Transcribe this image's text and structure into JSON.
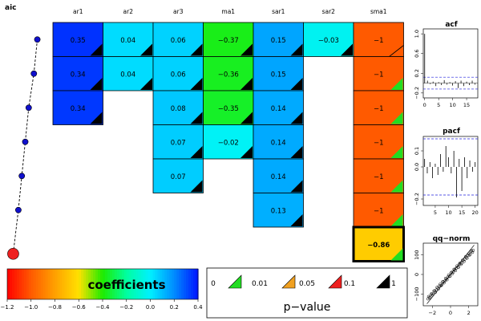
{
  "chart_data": {
    "type": "heatmap",
    "title": "",
    "aic_label": "aic",
    "columns": [
      "ar1",
      "ar2",
      "ar3",
      "ma1",
      "sar1",
      "sar2",
      "sma1"
    ],
    "coef_range": [
      -1.2,
      0.4
    ],
    "rows": [
      {
        "aic": 0.15,
        "cells": [
          {
            "col": "ar1",
            "value": "0.35",
            "num": 0.35,
            "p": "black"
          },
          {
            "col": "ar2",
            "value": "0.04",
            "num": 0.04,
            "p": "black"
          },
          {
            "col": "ar3",
            "value": "0.06",
            "num": 0.06,
            "p": "black"
          },
          {
            "col": "ma1",
            "value": "−0.37",
            "num": -0.37,
            "p": "black"
          },
          {
            "col": "sar1",
            "value": "0.15",
            "num": 0.15,
            "p": "black"
          },
          {
            "col": "sar2",
            "value": "−0.03",
            "num": -0.03,
            "p": "black"
          },
          {
            "col": "sma1",
            "value": "−1",
            "num": -1,
            "p": "none"
          }
        ]
      },
      {
        "aic": 0.25,
        "cells": [
          {
            "col": "ar1",
            "value": "0.34",
            "num": 0.34,
            "p": "black"
          },
          {
            "col": "ar2",
            "value": "0.04",
            "num": 0.04,
            "p": "black"
          },
          {
            "col": "ar3",
            "value": "0.06",
            "num": 0.06,
            "p": "black"
          },
          {
            "col": "ma1",
            "value": "−0.36",
            "num": -0.36,
            "p": "black"
          },
          {
            "col": "sar1",
            "value": "0.15",
            "num": 0.15,
            "p": "black"
          },
          {
            "col": "sma1",
            "value": "−1",
            "num": -1,
            "p": "green"
          }
        ]
      },
      {
        "aic": 0.4,
        "cells": [
          {
            "col": "ar1",
            "value": "0.34",
            "num": 0.34,
            "p": "black"
          },
          {
            "col": "ar3",
            "value": "0.08",
            "num": 0.08,
            "p": "black"
          },
          {
            "col": "ma1",
            "value": "−0.35",
            "num": -0.35,
            "p": "black"
          },
          {
            "col": "sar1",
            "value": "0.14",
            "num": 0.14,
            "p": "black"
          },
          {
            "col": "sma1",
            "value": "−1",
            "num": -1,
            "p": "green"
          }
        ]
      },
      {
        "aic": 0.5,
        "cells": [
          {
            "col": "ar3",
            "value": "0.07",
            "num": 0.07,
            "p": "black"
          },
          {
            "col": "ma1",
            "value": "−0.02",
            "num": -0.02,
            "p": "black"
          },
          {
            "col": "sar1",
            "value": "0.14",
            "num": 0.14,
            "p": "black"
          },
          {
            "col": "sma1",
            "value": "−1",
            "num": -1,
            "p": "green"
          }
        ]
      },
      {
        "aic": 0.6,
        "cells": [
          {
            "col": "ar3",
            "value": "0.07",
            "num": 0.07,
            "p": "black"
          },
          {
            "col": "sar1",
            "value": "0.14",
            "num": 0.14,
            "p": "black"
          },
          {
            "col": "sma1",
            "value": "−1",
            "num": -1,
            "p": "green"
          }
        ]
      },
      {
        "aic": 0.7,
        "cells": [
          {
            "col": "sar1",
            "value": "0.13",
            "num": 0.13,
            "p": "black"
          },
          {
            "col": "sma1",
            "value": "−1",
            "num": -1,
            "p": "green"
          }
        ]
      },
      {
        "aic": 0.85,
        "cells": [
          {
            "col": "sma1",
            "value": "−0.86",
            "num": -0.86,
            "p": "green",
            "best": true
          }
        ]
      }
    ],
    "colorbar": {
      "label": "coefficients",
      "ticks": [
        "−1.2",
        "−1.0",
        "−0.8",
        "−0.6",
        "−0.4",
        "−0.2",
        "0.0",
        "0.2",
        "0.4"
      ],
      "tick_values": [
        -1.2,
        -1.0,
        -0.8,
        -0.6,
        -0.4,
        -0.2,
        0.0,
        0.2,
        0.4
      ]
    },
    "pvalue_legend": {
      "title": "p−value",
      "labels": [
        "0",
        "0.01",
        "0.05",
        "0.1",
        "1"
      ],
      "colors": [
        "#22dd22",
        "#f0a020",
        "#ee2020",
        "#000000"
      ]
    },
    "side_panels": [
      {
        "title": "acf",
        "xticks": [
          "0",
          "5",
          "10",
          "15"
        ],
        "xtick_values": [
          0,
          5,
          10,
          15
        ],
        "xlim": [
          -0.5,
          19
        ],
        "yticks": [
          "−0.2",
          "0.2",
          "0.6",
          "1.0"
        ],
        "ytick_values": [
          -0.2,
          0.2,
          0.6,
          1.0
        ],
        "ylim": [
          -0.3,
          1.1
        ],
        "bands": [
          0.12,
          -0.12
        ],
        "lags": [
          0,
          1,
          2,
          3,
          4,
          5,
          6,
          7,
          8,
          9,
          10,
          11,
          12,
          13,
          14,
          15,
          16,
          17,
          18
        ],
        "values": [
          1.0,
          0.05,
          -0.02,
          0.03,
          -0.06,
          0.02,
          -0.04,
          0.06,
          -0.03,
          0.02,
          -0.05,
          0.04,
          -0.1,
          0.05,
          -0.06,
          0.03,
          -0.04,
          0.05,
          -0.03
        ]
      },
      {
        "title": "pacf",
        "xticks": [
          "5",
          "10",
          "15",
          "20"
        ],
        "xtick_values": [
          5,
          10,
          15,
          20
        ],
        "xlim": [
          0.5,
          21
        ],
        "yticks": [
          "−0.2",
          "0.0",
          "0.1"
        ],
        "ytick_values": [
          -0.2,
          0.0,
          0.1
        ],
        "ylim": [
          -0.24,
          0.19
        ],
        "bands": [
          0.175,
          -0.175
        ],
        "lags": [
          1,
          2,
          3,
          4,
          5,
          6,
          7,
          8,
          9,
          10,
          11,
          12,
          13,
          14,
          15,
          16,
          17,
          18,
          19,
          20
        ],
        "values": [
          0.05,
          -0.04,
          0.03,
          -0.07,
          0.02,
          -0.05,
          0.08,
          -0.03,
          0.13,
          0.06,
          -0.04,
          0.1,
          -0.19,
          0.05,
          -0.15,
          0.06,
          -0.07,
          0.04,
          -0.03,
          0.03
        ]
      },
      {
        "title": "qq−norm",
        "xticks": [
          "−2",
          "0",
          "2"
        ],
        "xtick_values": [
          -2,
          0,
          2
        ],
        "xlim": [
          -3,
          3
        ],
        "yticks": [
          "−100",
          "0",
          "100"
        ],
        "ytick_values": [
          -100,
          0,
          100
        ],
        "ylim": [
          -160,
          160
        ]
      }
    ]
  }
}
